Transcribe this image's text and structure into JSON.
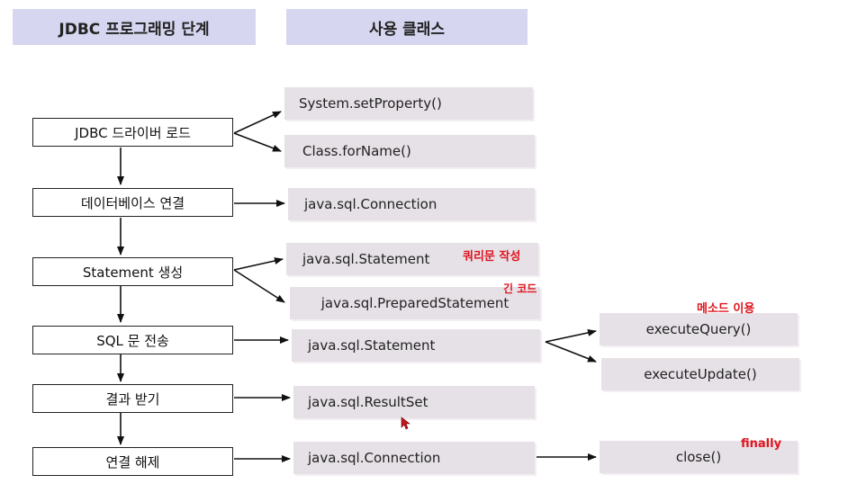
{
  "headers": {
    "steps": "JDBC 프로그래밍 단계",
    "classes": "사용 클래스"
  },
  "steps": [
    "JDBC 드라이버 로드",
    "데이터베이스 연결",
    "Statement 생성",
    "SQL 문 전송",
    "결과 받기",
    "연결 해제"
  ],
  "classes": {
    "set_property": "System.setProperty()",
    "for_name": "Class.forName()",
    "connection": "java.sql.Connection",
    "statement": "java.sql.Statement",
    "prepared_statement": "java.sql.PreparedStatement",
    "statement_send": "java.sql.Statement",
    "result_set": "java.sql.ResultSet",
    "connection_close": "java.sql.Connection"
  },
  "methods": {
    "execute_query": "executeQuery()",
    "execute_update": "executeUpdate()",
    "close": "close()"
  },
  "notes": {
    "query_writing": "쿼리문 작성",
    "long_code": "긴 코드",
    "method_use": "메소드 이용",
    "finally": "finally"
  },
  "colors": {
    "header_bg": "#d6d6f0",
    "class_bg": "#e6e1e6",
    "note_red": "#e0141e"
  }
}
